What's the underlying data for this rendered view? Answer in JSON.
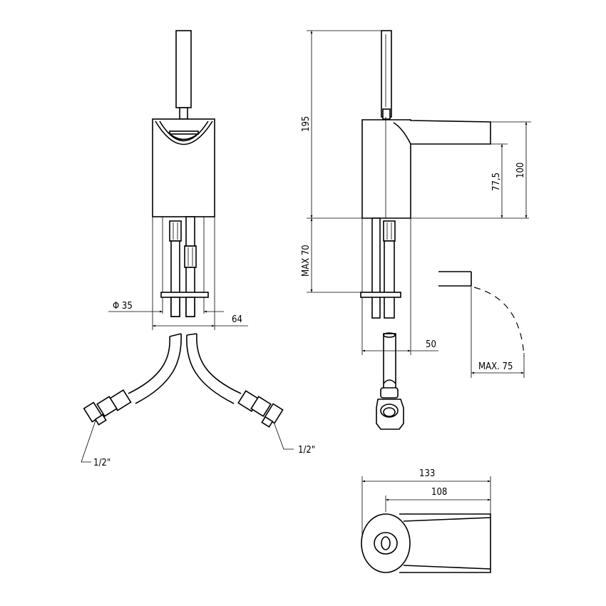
{
  "drawing": {
    "subject": "Basin mixer faucet technical drawing",
    "views": [
      "front-view",
      "side-view",
      "spout-swing-view",
      "top-view",
      "flexible-hoses"
    ],
    "line_color": "#000000",
    "background": "#ffffff"
  },
  "dimensions": {
    "diameter_label": "Φ 35",
    "diameter_symbol": "Φ",
    "diameter_value": "35",
    "front_width": "64",
    "total_height": "195",
    "max_deck_thickness": "MAX 70",
    "spout_height_top": "100",
    "spout_height_bottom": "77,5",
    "hose_offset": "50",
    "max_swing": "MAX. 75",
    "top_total_length": "133",
    "top_spout_length": "108"
  },
  "annotations": {
    "left_thread": "1/2\"",
    "right_thread": "1/2\""
  }
}
